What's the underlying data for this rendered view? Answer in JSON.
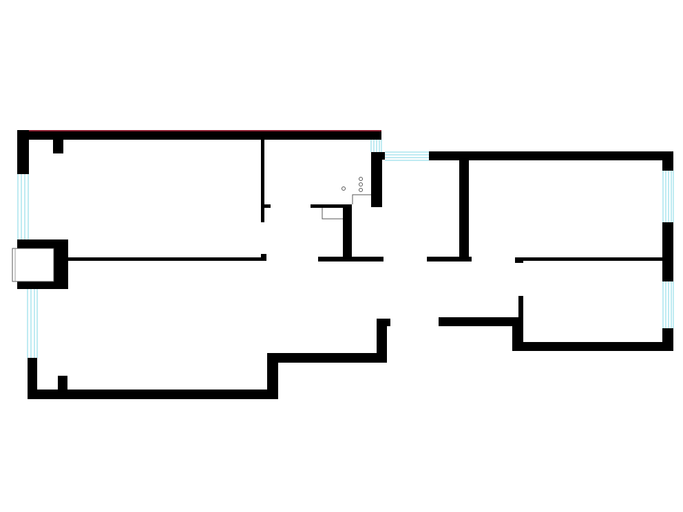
{
  "drawing": {
    "kind": "floor-plan",
    "labels_shown": false
  },
  "colors": {
    "background": "#ffffff",
    "wall": "#000000",
    "window_line": "#7fd7e6",
    "fixture_outline": "#555555",
    "wall_edge_accent": "#8a1c2e"
  },
  "rooms": [
    {
      "id": "west-upper-room"
    },
    {
      "id": "west-lower-room"
    },
    {
      "id": "kitchen"
    },
    {
      "id": "corridor"
    },
    {
      "id": "east-upper-room"
    },
    {
      "id": "east-lower-room"
    }
  ],
  "windows": [
    {
      "id": "west-window-upper"
    },
    {
      "id": "west-window-lower"
    },
    {
      "id": "kitchen-window"
    },
    {
      "id": "corridor-window"
    },
    {
      "id": "east-window-upper"
    },
    {
      "id": "east-window-lower"
    }
  ],
  "fixtures": [
    {
      "id": "stove-burners",
      "icon": "stove-icon"
    },
    {
      "id": "sink",
      "icon": "sink-icon"
    },
    {
      "id": "west-balcony",
      "icon": "balcony-icon"
    }
  ]
}
